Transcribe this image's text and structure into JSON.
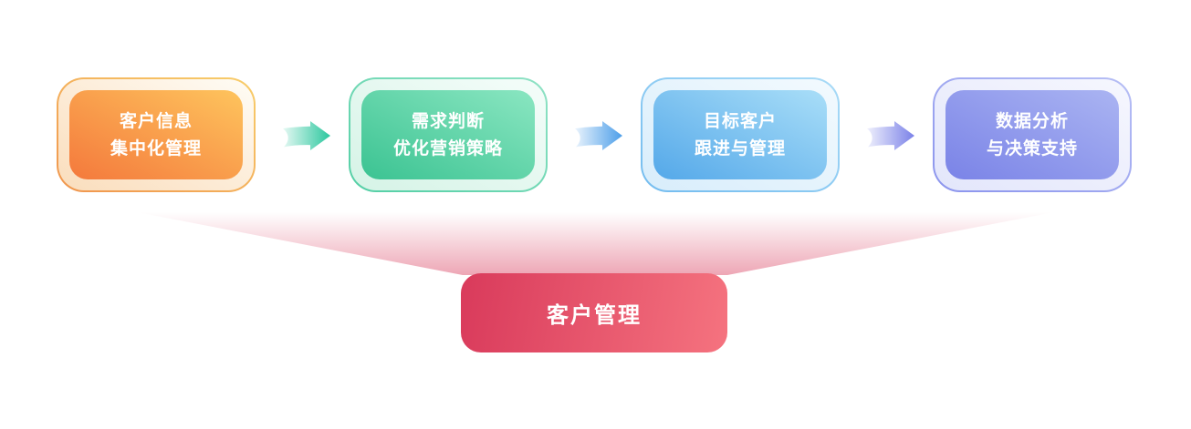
{
  "diagram": {
    "background": "#ffffff",
    "steps": [
      {
        "line1": "客户信息",
        "line2": "集中化管理",
        "theme": "orange",
        "fill_from": "#F4793C",
        "fill_to": "#FEC45D",
        "border_color": "#F0954D"
      },
      {
        "line1": "需求判断",
        "line2": "优化营销策略",
        "theme": "green",
        "fill_from": "#3BC392",
        "fill_to": "#8AE6C1",
        "border_color": "#53CFA5"
      },
      {
        "line1": "目标客户",
        "line2": "跟进与管理",
        "theme": "blue",
        "fill_from": "#54A8E9",
        "fill_to": "#A9DEF8",
        "border_color": "#73BCEF"
      },
      {
        "line1": "数据分析",
        "line2": "与决策支持",
        "theme": "purple",
        "fill_from": "#7A83E7",
        "fill_to": "#AAB4F2",
        "border_color": "#8B94ED"
      }
    ],
    "arrows": [
      {
        "icon": "arrow-right-icon",
        "color": "#2BC79E"
      },
      {
        "icon": "arrow-right-icon",
        "color": "#4C9EE9"
      },
      {
        "icon": "arrow-right-icon",
        "color": "#7A81E8"
      }
    ],
    "funnel": {
      "color": "#D83A5B"
    },
    "result": {
      "label": "客户管理",
      "gradient_from": "#D93A5B",
      "gradient_to": "#F5737F",
      "text_color": "#ffffff"
    }
  }
}
